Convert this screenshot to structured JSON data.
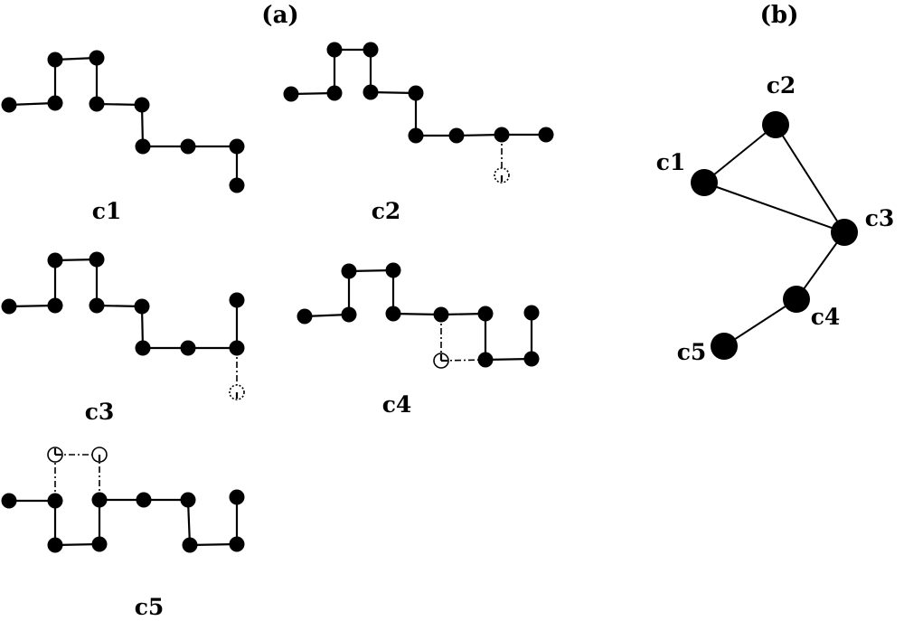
{
  "panels": {
    "a": {
      "title": "(a)"
    },
    "b": {
      "title": "(b)"
    }
  },
  "conformations": [
    {
      "label": "c1"
    },
    {
      "label": "c2"
    },
    {
      "label": "c3"
    },
    {
      "label": "c4"
    },
    {
      "label": "c5"
    }
  ],
  "graph": {
    "nodes": [
      {
        "label": "c1"
      },
      {
        "label": "c2"
      },
      {
        "label": "c3"
      },
      {
        "label": "c4"
      },
      {
        "label": "c5"
      }
    ],
    "edges": [
      [
        "c1",
        "c2"
      ],
      [
        "c1",
        "c3"
      ],
      [
        "c2",
        "c3"
      ],
      [
        "c3",
        "c4"
      ],
      [
        "c4",
        "c5"
      ]
    ]
  }
}
